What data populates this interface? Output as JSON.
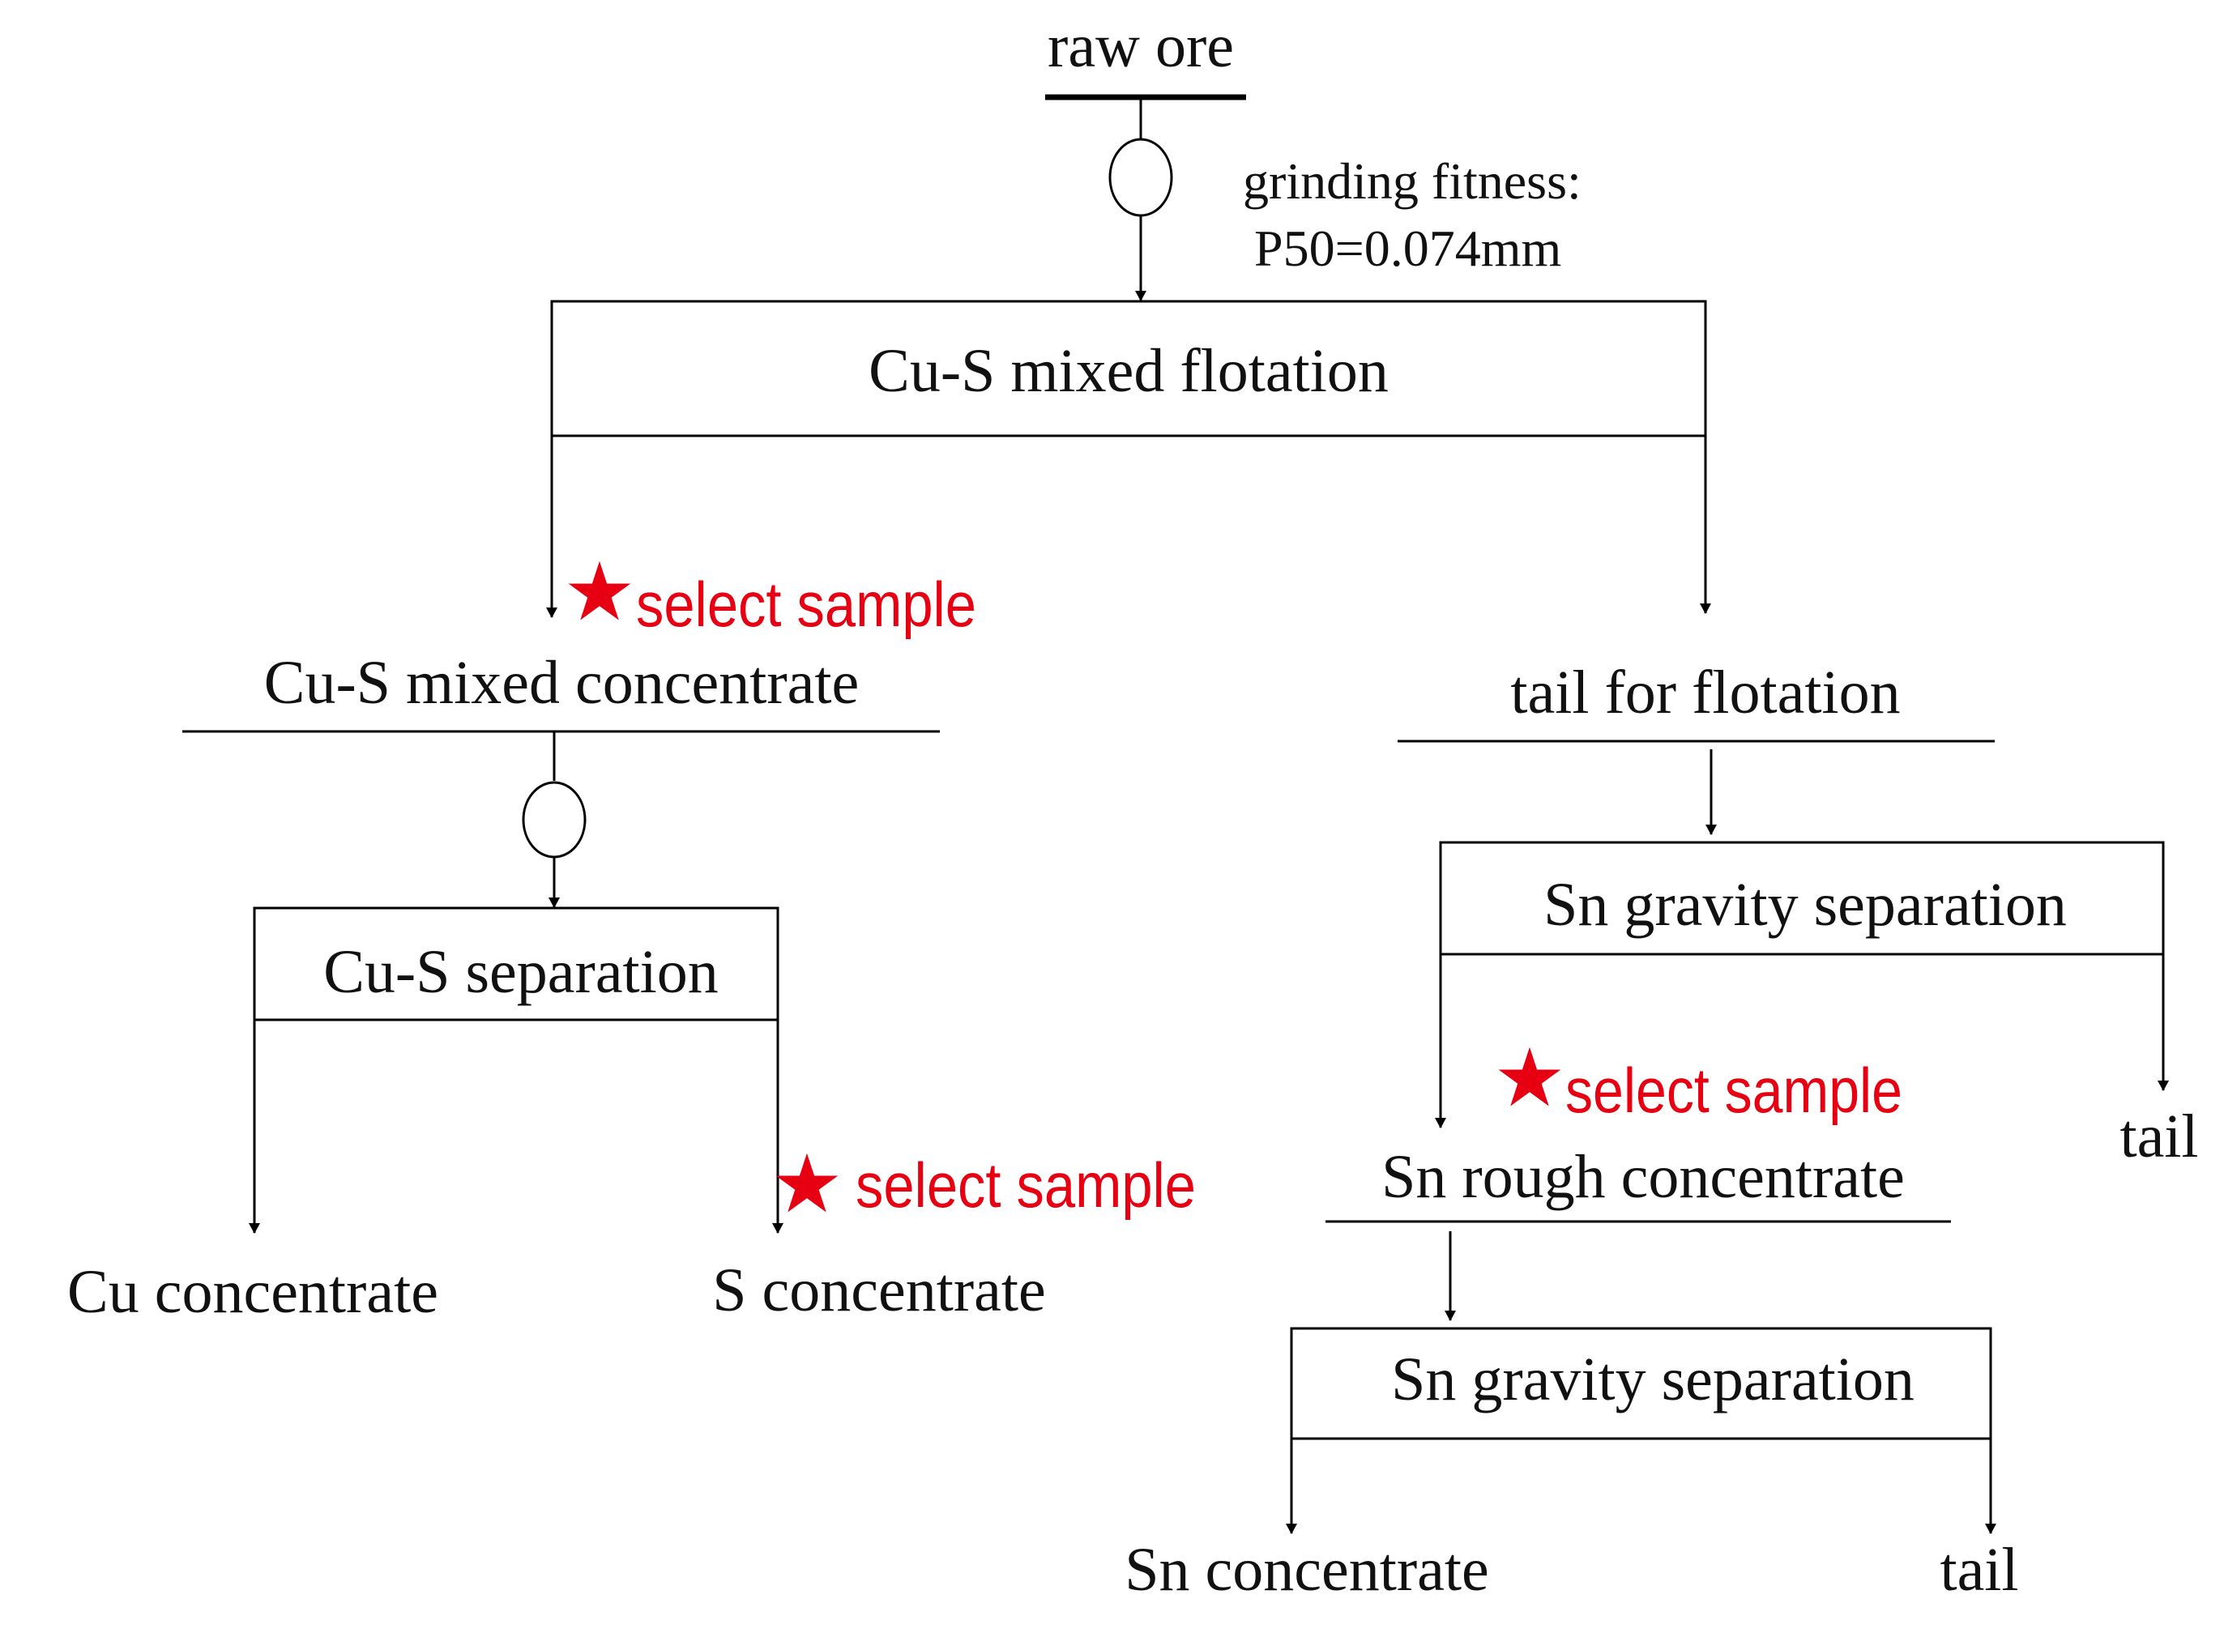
{
  "diagram": {
    "raw_ore": "raw ore",
    "grinding_line1": "grinding fitness:",
    "grinding_line2": "P50=0.074mm",
    "flotation_box": "Cu-S mixed flotation",
    "mixed_concentrate": "Cu-S mixed concentrate",
    "tail_flotation": "tail for flotation",
    "separation_box": "Cu-S separation",
    "cu_concentrate": "Cu concentrate",
    "s_concentrate": "S concentrate",
    "sn_gravity_box_1": "Sn gravity separation",
    "sn_rough_concentrate": "Sn rough concentrate",
    "tail_1": "tail",
    "sn_gravity_box_2": "Sn gravity separation",
    "sn_concentrate": "Sn concentrate",
    "tail_2": "tail",
    "sample_marker": "select sample"
  },
  "colors": {
    "marker": "#e60012",
    "line": "#000000"
  },
  "icons": {
    "mill": "grinding-mill-icon",
    "sample": "star-icon"
  }
}
